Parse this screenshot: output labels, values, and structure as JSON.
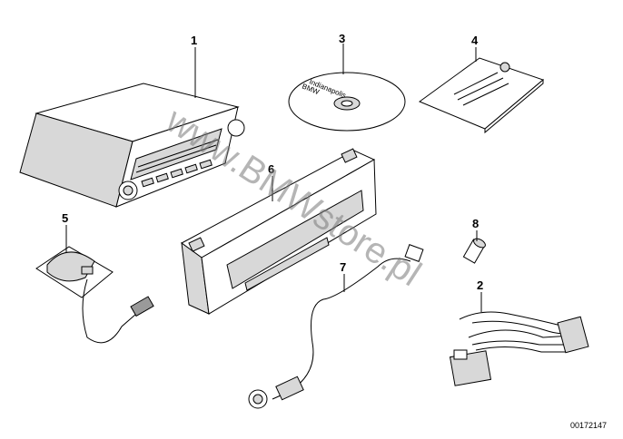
{
  "diagram": {
    "callouts": [
      "1",
      "3",
      "4",
      "6",
      "5",
      "8",
      "7",
      "2"
    ],
    "cd_label": [
      "BMW",
      "Indianapolis"
    ],
    "watermark": "www.BMWstore.pl",
    "reference_number": "00172147"
  }
}
